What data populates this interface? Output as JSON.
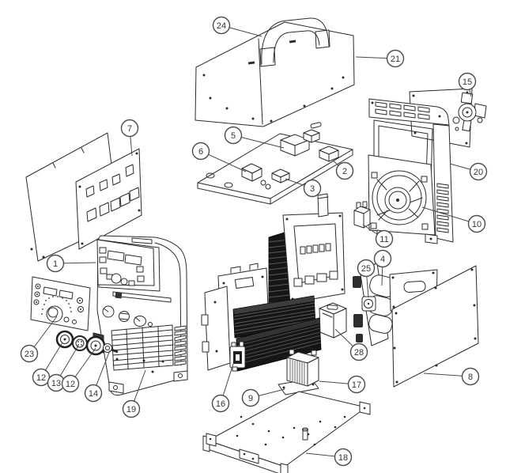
{
  "figure": {
    "type": "exploded-parts-diagram",
    "subject": "inverter-welder-exploded-view",
    "background_color": "#ffffff",
    "line_color": "#2b2b2b",
    "heatsink_color": "#161616",
    "callout_stroke": "#4a4a4a"
  },
  "callouts": [
    {
      "label": "24",
      "part": "carry-handle"
    },
    {
      "label": "21",
      "part": "top-cover"
    },
    {
      "label": "15",
      "part": "gas-valve"
    },
    {
      "label": "7",
      "part": "control-pcb"
    },
    {
      "label": "5",
      "part": "top-board-transformer"
    },
    {
      "label": "6",
      "part": "top-board-component"
    },
    {
      "label": "2",
      "part": "top-pcb"
    },
    {
      "label": "3",
      "part": "top-board-component"
    },
    {
      "label": "20",
      "part": "rear-panel-frame"
    },
    {
      "label": "10",
      "part": "cooling-fan"
    },
    {
      "label": "1",
      "part": "display-pcb"
    },
    {
      "label": "11",
      "part": "relay"
    },
    {
      "label": "4",
      "part": "capacitor"
    },
    {
      "label": "25",
      "part": "capacitor-bracket"
    },
    {
      "label": "23",
      "part": "front-panel-overlay"
    },
    {
      "label": "12",
      "part": "output-connector"
    },
    {
      "label": "13",
      "part": "control-socket"
    },
    {
      "label": "12",
      "part": "output-connector"
    },
    {
      "label": "14",
      "part": "plug"
    },
    {
      "label": "19",
      "part": "front-housing"
    },
    {
      "label": "16",
      "part": "heatsink-component"
    },
    {
      "label": "9",
      "part": "transformer-base"
    },
    {
      "label": "28",
      "part": "mounting-box"
    },
    {
      "label": "17",
      "part": "transformer"
    },
    {
      "label": "8",
      "part": "side-panel"
    },
    {
      "label": "18",
      "part": "base-plate"
    }
  ]
}
